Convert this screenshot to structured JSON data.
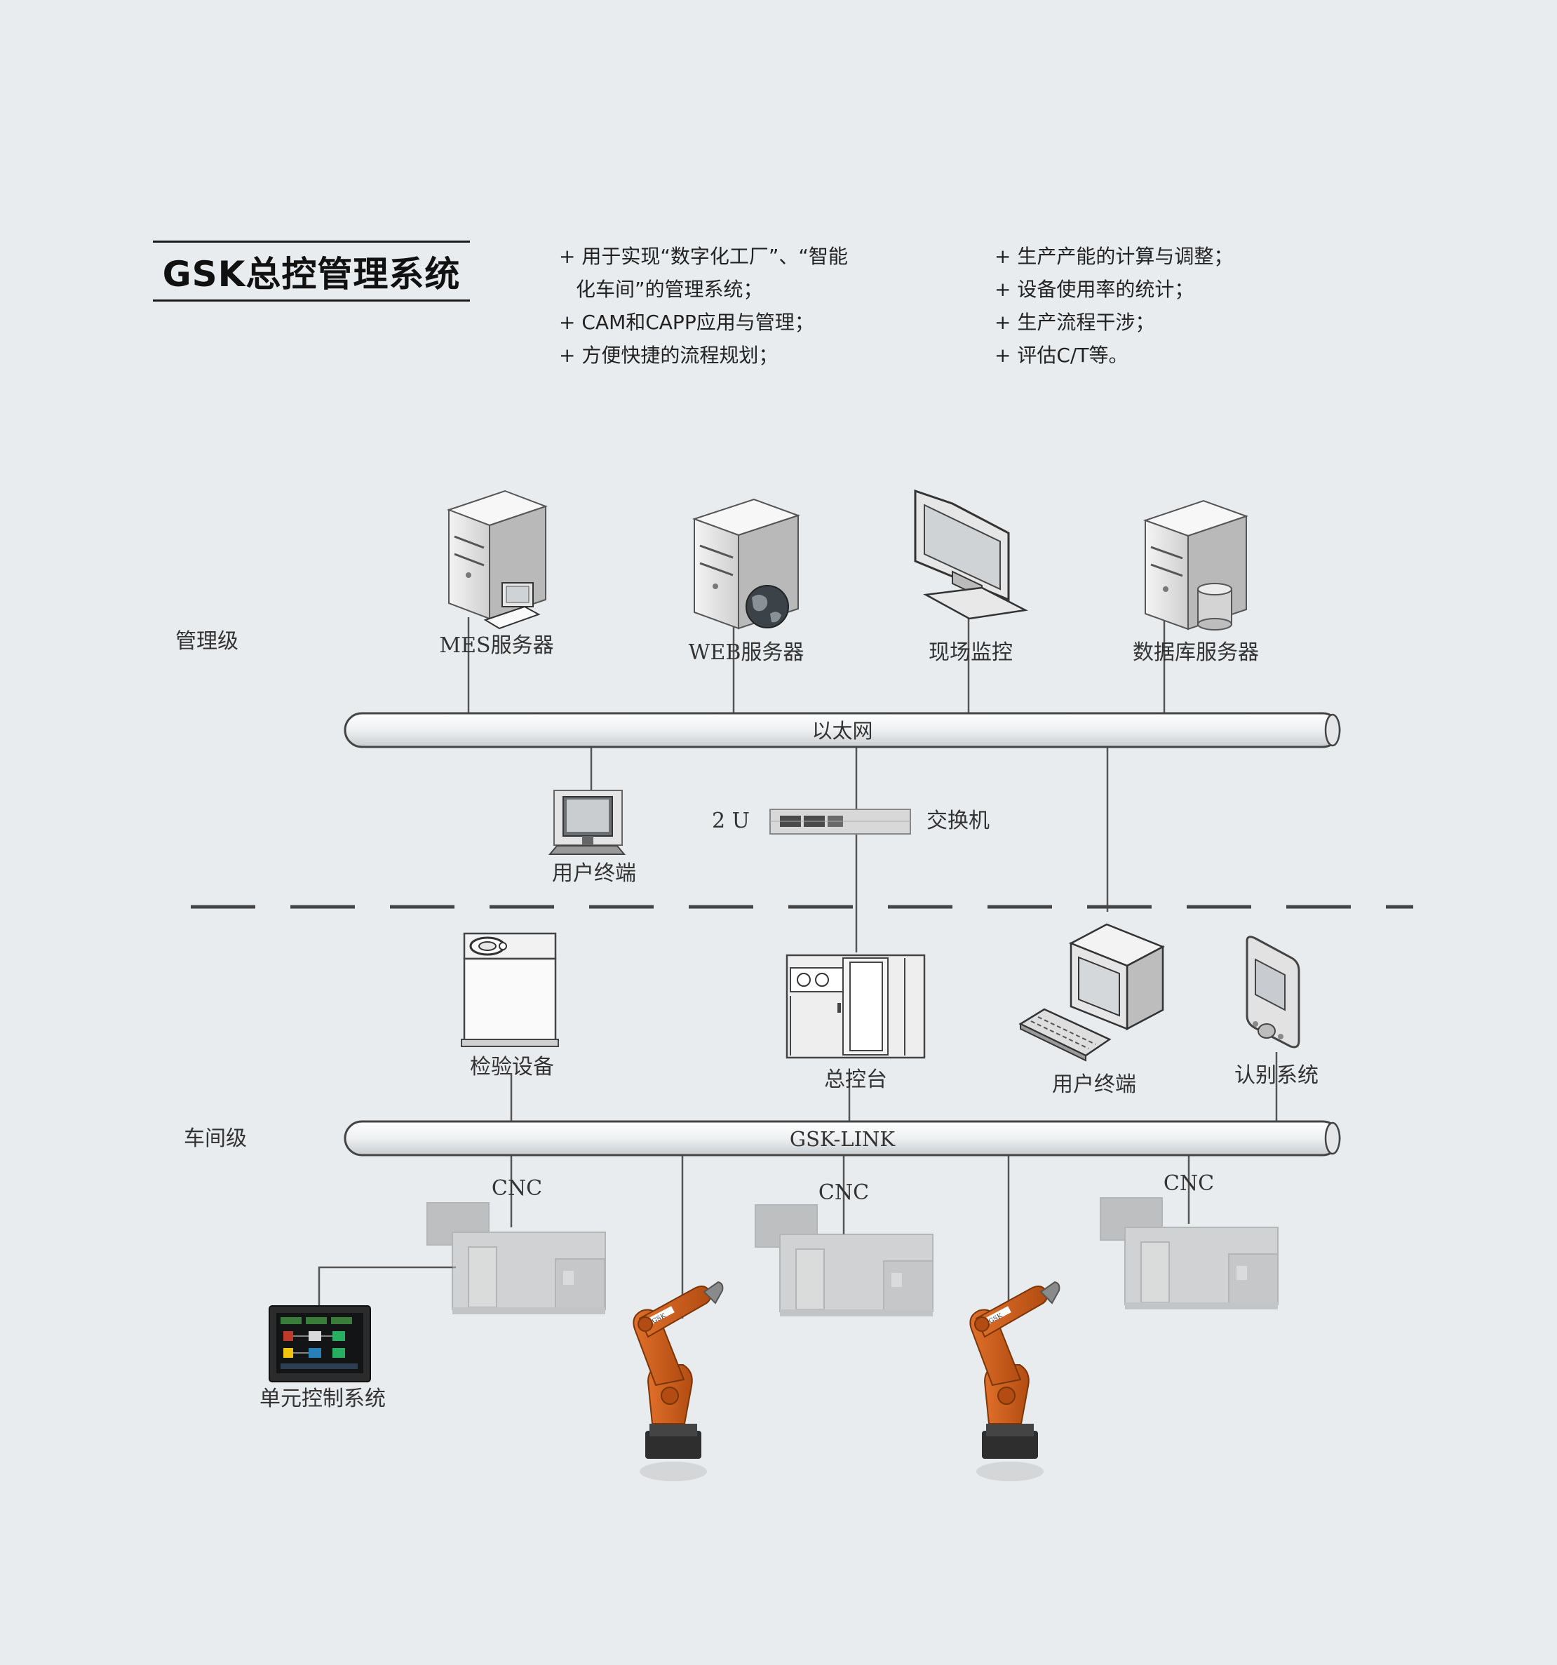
{
  "header": {
    "title": "GSK总控管理系统",
    "features_left": [
      "+ 用于实现“数字化工厂”、“智能",
      "化车间”的管理系统；",
      "+ CAM和CAPP应用与管理；",
      "+ 方便快捷的流程规划；"
    ],
    "features_right": [
      "+ 生产产能的计算与调整；",
      "+ 设备使用率的统计；",
      "+ 生产流程干涉；",
      "+ 评估C/T等。"
    ]
  },
  "diagram": {
    "level_management": "管理级",
    "level_workshop": "车间级",
    "management_nodes": {
      "mes_server": "MES服务器",
      "web_server": "WEB服务器",
      "site_monitor": "现场监控",
      "database_server": "数据库服务器"
    },
    "ethernet_bus": "以太网",
    "user_terminal_top": "用户终端",
    "switch_size": "2 U",
    "switch_label": "交换机",
    "workshop_nodes": {
      "inspection": "检验设备",
      "master_console": "总控台",
      "user_terminal": "用户终端",
      "identification": "认别系统"
    },
    "gsk_link_bus": "GSK-LINK",
    "cnc_labels": [
      "CNC",
      "CNC",
      "CNC"
    ],
    "unit_control": "单元控制系统",
    "robot_brand": "GSK"
  }
}
